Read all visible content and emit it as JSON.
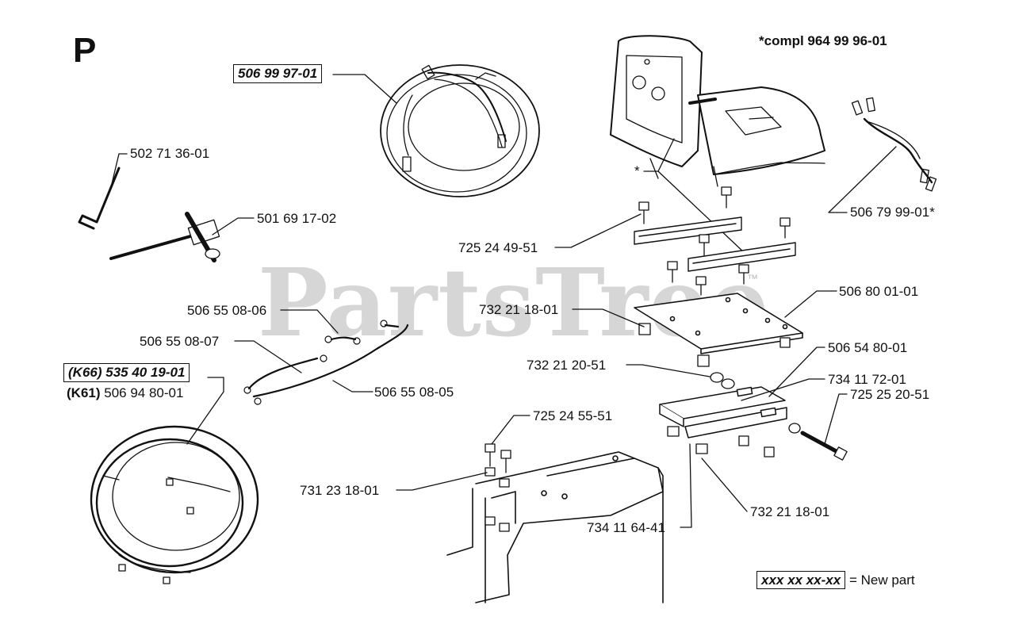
{
  "page_letter": "P",
  "watermark": "PartsTree",
  "watermark_tm": "™",
  "compl_note": "*compl 964 99 96-01",
  "seat_marker": "*",
  "legend": {
    "sample": "xxx xx xx-xx",
    "text": "= New part"
  },
  "labels": {
    "harness_top": "506 99 97-01",
    "key": "502 71 36-01",
    "wrench": "501 69 17-02",
    "wire_06": "506 55 08-06",
    "wire_07": "506 55 08-07",
    "wire_05": "506 55 08-05",
    "k66_code": "(K66)",
    "k66_part": "535 40 19-01",
    "k61_code": "(K61)",
    "k61_part": "506 94 80-01",
    "cable_right": "506 79 99-01*",
    "bolt_top": "725 24 49-51",
    "plate": "506 80 01-01",
    "nut_left": "732 21 18-01",
    "washer": "732 21 20-51",
    "bracket": "506 54 80-01",
    "spacer": "734 11 72-01",
    "bolt_long": "725 25 20-51",
    "bolt_frame": "725 24 55-51",
    "nut_frame": "731 23 18-01",
    "nut_bottom": "732 21 18-01",
    "bracket_bottom": "734 11 64-41"
  }
}
